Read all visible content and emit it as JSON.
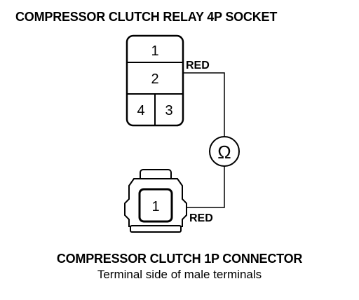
{
  "title_top": "COMPRESSOR CLUTCH RELAY 4P SOCKET",
  "title_bottom": "COMPRESSOR CLUTCH 1P CONNECTOR",
  "subtitle_bottom": "Terminal side of male terminals",
  "socket": {
    "terminal_1": "1",
    "terminal_2": "2",
    "terminal_3": "3",
    "terminal_4": "4"
  },
  "connector": {
    "terminal_1": "1"
  },
  "wires": {
    "top_label": "RED",
    "bottom_label": "RED"
  },
  "meter": {
    "symbol": "Ω",
    "icon": "ohmmeter-icon"
  }
}
